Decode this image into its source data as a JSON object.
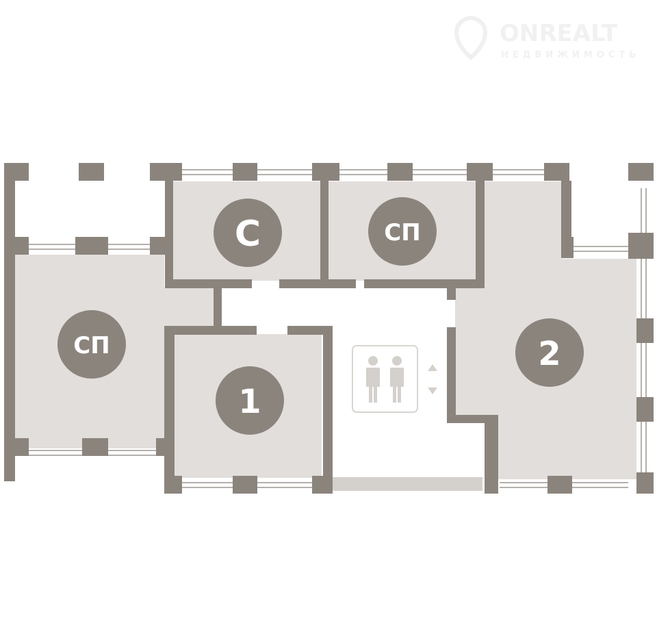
{
  "watermark": {
    "brand": "ONREALT",
    "tagline": "НЕДВИЖИМОСТЬ"
  },
  "colors": {
    "wall": "#8b847d",
    "room": "#e2dedb",
    "corridor": "#ffffff"
  },
  "rooms": [
    {
      "id": "studio",
      "label": "С"
    },
    {
      "id": "top-free-plan",
      "label": "СП"
    },
    {
      "id": "left-free-plan",
      "label": "СП"
    },
    {
      "id": "one-room",
      "label": "1"
    },
    {
      "id": "two-room",
      "label": "2"
    }
  ],
  "elevator": {
    "icon": "elevator-people-icon",
    "arrows": "up-down-arrows-icon"
  }
}
